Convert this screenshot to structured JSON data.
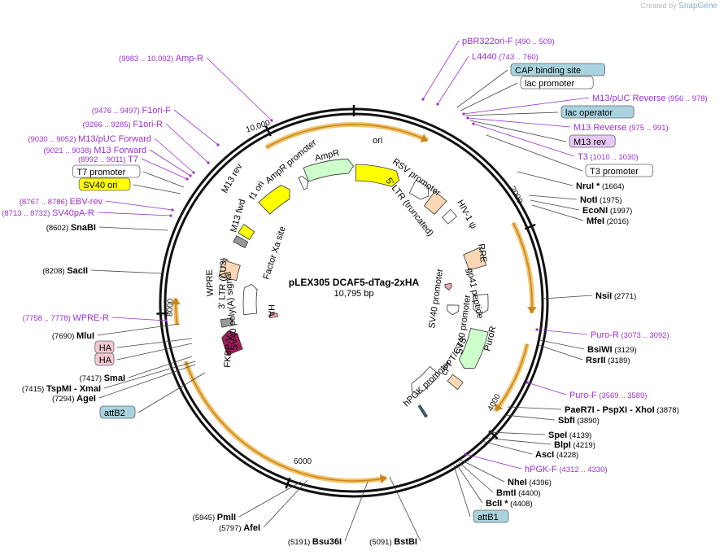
{
  "credit": {
    "prefix": "Created by",
    "brand": "SnapGene"
  },
  "plasmid": {
    "name": "pLEX305 DCAF5-dTag-2xHA",
    "size_label": "10,795 bp",
    "length": 10795
  },
  "ruler": [
    {
      "bp": 0,
      "label": ""
    },
    {
      "bp": 2000,
      "label": "2000"
    },
    {
      "bp": 4000,
      "label": "4000"
    },
    {
      "bp": 6000,
      "label": "6000"
    },
    {
      "bp": 8000,
      "label": "8000"
    },
    {
      "bp": 10000,
      "label": "10,000"
    }
  ],
  "colors": {
    "backbone": "#111111",
    "arc": "#f2c46d",
    "arrow": "#c8861b",
    "primer": "#9b30d0",
    "site": "#222222",
    "box_blue": "#a8d3df",
    "box_pink": "#f2c8d0",
    "box_yellow": "#ffff00",
    "box_lav": "#e6c8f5"
  },
  "arcs": [
    {
      "from": 9910,
      "to": 735,
      "arrow": "end"
    },
    {
      "from": 1900,
      "to": 2800,
      "arrow": "end"
    },
    {
      "from": 3100,
      "to": 3820,
      "arrow": "end"
    },
    {
      "from": 5080,
      "to": 7520,
      "arrow": "start"
    },
    {
      "from": 7880,
      "to": 8140,
      "arrow": "end"
    }
  ],
  "inner_features": [
    {
      "name": "ori",
      "type": "arrow",
      "from": 25,
      "to": 610,
      "r": 160,
      "w": 20,
      "fill": "#ffff00",
      "label": "ori"
    },
    {
      "name": "AmpR",
      "type": "arrow",
      "from": 10180,
      "to": 10790,
      "r": 168,
      "w": 18,
      "fill": "#ccffcc",
      "label": ""
    },
    {
      "name": "AmpR promoter",
      "type": "arrow",
      "from": 10080,
      "to": 10175,
      "r": 160,
      "w": 16,
      "fill": "#ffffff",
      "label": ""
    },
    {
      "name": "f1 ori",
      "type": "arrow",
      "from": 9490,
      "to": 9910,
      "r": 160,
      "w": 20,
      "fill": "#ffff00",
      "label": ""
    },
    {
      "name": "SV40 ori",
      "type": "box",
      "from": 9030,
      "to": 9160,
      "r": 158,
      "w": 16,
      "fill": "#ffff00",
      "label": ""
    },
    {
      "name": "EBV",
      "type": "box",
      "from": 8900,
      "to": 8990,
      "r": 158,
      "w": 16,
      "fill": "#999999",
      "label": ""
    },
    {
      "name": "3 LTR",
      "type": "box",
      "from": 8420,
      "to": 8640,
      "r": 158,
      "w": 22,
      "fill": "#fbd8b5",
      "label": ""
    },
    {
      "name": "WPRE",
      "type": "arrow",
      "from": 7910,
      "to": 8400,
      "r": 128,
      "w": 16,
      "fill": "#ffffff",
      "label": ""
    },
    {
      "name": "SV40 polyA",
      "type": "box",
      "from": 7780,
      "to": 7880,
      "r": 158,
      "w": 14,
      "fill": "#999999",
      "label": ""
    },
    {
      "name": "FKBP-V",
      "type": "arrow",
      "from": 7420,
      "to": 7720,
      "r": 158,
      "w": 20,
      "fill": "#9b1f5b",
      "label": ""
    },
    {
      "name": "HA",
      "type": "arrow",
      "from": 7790,
      "to": 7900,
      "r": 100,
      "w": 10,
      "fill": "#f2a6b0",
      "label": ""
    },
    {
      "name": "RSV promoter",
      "type": "arrow",
      "from": 805,
      "to": 1050,
      "r": 160,
      "w": 18,
      "fill": "#ffffff",
      "label": ""
    },
    {
      "name": "5 LTR",
      "type": "box",
      "from": 1080,
      "to": 1270,
      "r": 158,
      "w": 22,
      "fill": "#fbd8b5",
      "label": ""
    },
    {
      "name": "HIV-1 psi",
      "type": "box",
      "from": 1380,
      "to": 1500,
      "r": 158,
      "w": 14,
      "fill": "#ffffff",
      "label": ""
    },
    {
      "name": "RRE",
      "type": "box",
      "from": 1990,
      "to": 2225,
      "r": 158,
      "w": 22,
      "fill": "#fbd8b5",
      "label": ""
    },
    {
      "name": "gp41 peptide",
      "type": "arrow",
      "from": 2360,
      "to": 2470,
      "r": 118,
      "w": 8,
      "fill": "#f2a6b0",
      "label": ""
    },
    {
      "name": "SV40 promoter",
      "type": "arrow",
      "from": 2590,
      "to": 2860,
      "r": 156,
      "w": 18,
      "fill": "#ffffff",
      "label": ""
    },
    {
      "name": "SV40 promoter inner",
      "type": "arrow",
      "from": 2740,
      "to": 2910,
      "r": 122,
      "w": 14,
      "fill": "#ffffff",
      "label": ""
    },
    {
      "name": "PuroR",
      "type": "arrow",
      "from": 3070,
      "to": 3620,
      "r": 158,
      "w": 22,
      "fill": "#ccffcc",
      "label": ""
    },
    {
      "name": "cPPT/CTS",
      "type": "box",
      "from": 3780,
      "to": 3895,
      "r": 158,
      "w": 16,
      "fill": "#fbd8b5",
      "label": ""
    },
    {
      "name": "hPGK promoter",
      "type": "arrow",
      "from": 3900,
      "to": 4400,
      "r": 130,
      "w": 16,
      "fill": "#ffffff",
      "label": ""
    },
    {
      "name": "attB",
      "type": "box",
      "from": 4408,
      "to": 4440,
      "r": 158,
      "w": 16,
      "fill": "#336677",
      "label": ""
    }
  ],
  "inner_labels": [
    {
      "name": "ori",
      "text": "ori"
    },
    {
      "name": "AmpR",
      "text": "AmpR"
    },
    {
      "name": "AmpR promoter",
      "text": "AmpR promoter"
    },
    {
      "name": "f1 ori",
      "text": "f1 ori"
    },
    {
      "name": "M13 fwd",
      "text": "M13 fwd"
    },
    {
      "name": "M13 rev",
      "text": "M13 rev"
    },
    {
      "name": "3 LTR",
      "text": "3' LTR (ΔU3)"
    },
    {
      "name": "SV40 polyA",
      "text": "SV40 poly(A) signal"
    },
    {
      "name": "WPRE",
      "text": "WPRE"
    },
    {
      "name": "FKBP-V",
      "text": "FKBP-V"
    },
    {
      "name": "Factor Xa site",
      "text": "Factor Xa site"
    },
    {
      "name": "HA",
      "text": "HA"
    },
    {
      "name": "RSV promoter",
      "text": "RSV promoter"
    },
    {
      "name": "5 LTR",
      "text": "5' LTR (truncated)"
    },
    {
      "name": "HIV-1 psi",
      "text": "HIV-1 ψ"
    },
    {
      "name": "RRE",
      "text": "RRE"
    },
    {
      "name": "gp41 peptide",
      "text": "gp41 peptide"
    },
    {
      "name": "SV40 promoter left",
      "text": "SV40 promoter"
    },
    {
      "name": "SV40 promoter right",
      "text": "SV40 promoter"
    },
    {
      "name": "PuroR",
      "text": "PuroR"
    },
    {
      "name": "cPPT/CTS",
      "text": "cPPT/CTS"
    },
    {
      "name": "hPGK promoter",
      "text": "hPGK promoter"
    }
  ],
  "labels": [
    {
      "kind": "primer",
      "text": "pBR322ori-F",
      "coords": "(490 .. 509)"
    },
    {
      "kind": "primer",
      "text": "L4440",
      "coords": "(743 .. 760)"
    },
    {
      "kind": "feature",
      "text": "CAP binding site",
      "box": "blue"
    },
    {
      "kind": "feature",
      "text": "lac promoter",
      "box": "white"
    },
    {
      "kind": "primer",
      "text": "M13/pUC Reverse",
      "coords": "(956 .. 978)"
    },
    {
      "kind": "feature",
      "text": "lac operator",
      "box": "blue"
    },
    {
      "kind": "primer",
      "text": "M13 Reverse",
      "coords": "(975 .. 991)"
    },
    {
      "kind": "feature",
      "text": "M13 rev",
      "box": "lav"
    },
    {
      "kind": "primer",
      "text": "T3",
      "coords": "(1010 .. 1030)"
    },
    {
      "kind": "feature",
      "text": "T3 promoter",
      "box": "white"
    },
    {
      "kind": "site",
      "text": "NruI *",
      "coords": "(1664)"
    },
    {
      "kind": "site",
      "text": "NotI",
      "coords": "(1975)"
    },
    {
      "kind": "site",
      "text": "EcoNI",
      "coords": "(1997)"
    },
    {
      "kind": "site",
      "text": "MfeI",
      "coords": "(2016)"
    },
    {
      "kind": "site",
      "text": "NsiI",
      "coords": "(2771)"
    },
    {
      "kind": "primer",
      "text": "Puro-R",
      "coords": "(3073 .. 3092)"
    },
    {
      "kind": "site",
      "text": "BsiWI",
      "coords": "(3129)"
    },
    {
      "kind": "site",
      "text": "RsrII",
      "coords": "(3189)"
    },
    {
      "kind": "primer",
      "text": "Puro-F",
      "coords": "(3569 .. 3589)"
    },
    {
      "kind": "site",
      "text": "PaeR7I  - PspXI  - XhoI",
      "coords": "(3878)"
    },
    {
      "kind": "site",
      "text": "SbfI",
      "coords": "(3890)"
    },
    {
      "kind": "site",
      "text": "SpeI",
      "coords": "(4139)"
    },
    {
      "kind": "site",
      "text": "BlpI",
      "coords": "(4219)"
    },
    {
      "kind": "site",
      "text": "AscI",
      "coords": "(4228)"
    },
    {
      "kind": "primer",
      "text": "hPGK-F",
      "coords": "(4312 .. 4330)"
    },
    {
      "kind": "site",
      "text": "NheI",
      "coords": "(4396)"
    },
    {
      "kind": "site",
      "text": "BmtI",
      "coords": "(4400)"
    },
    {
      "kind": "site",
      "text": "BclI *",
      "coords": "(4408)"
    },
    {
      "kind": "feature",
      "text": "attB1",
      "box": "blue"
    },
    {
      "kind": "site",
      "text": "BstBI",
      "coords": "(5091)"
    },
    {
      "kind": "site",
      "text": "Bsu36I",
      "coords": "(5191)"
    },
    {
      "kind": "site",
      "text": "AfeI",
      "coords": "(5797)"
    },
    {
      "kind": "site",
      "text": "PmlI",
      "coords": "(5945)"
    },
    {
      "kind": "feature",
      "text": "attB2",
      "box": "blue"
    },
    {
      "kind": "site",
      "text": "AgeI",
      "coords": "(7294)"
    },
    {
      "kind": "site",
      "text": "TspMI  - XmaI",
      "coords": "(7415)"
    },
    {
      "kind": "site",
      "text": "SmaI",
      "coords": "(7417)"
    },
    {
      "kind": "feature",
      "text": "HA",
      "box": "pink"
    },
    {
      "kind": "feature",
      "text": "HA",
      "box": "pink"
    },
    {
      "kind": "site",
      "text": "MluI",
      "coords": "(7690)"
    },
    {
      "kind": "primer",
      "text": "WPRE-R",
      "coords": "(7758 .. 7778)"
    },
    {
      "kind": "site",
      "text": "SacII",
      "coords": "(8208)"
    },
    {
      "kind": "site",
      "text": "SnaBI",
      "coords": "(8602)"
    },
    {
      "kind": "primer",
      "text": "SV40pA-R",
      "coords": "(8713 .. 8732)"
    },
    {
      "kind": "primer",
      "text": "EBV-rev",
      "coords": "(8767 .. 8786)"
    },
    {
      "kind": "feature",
      "text": "SV40 ori",
      "box": "yellow"
    },
    {
      "kind": "feature",
      "text": "T7 promoter",
      "box": "white"
    },
    {
      "kind": "primer",
      "text": "T7",
      "coords": "(8992 .. 9011)"
    },
    {
      "kind": "primer",
      "text": "M13 Forward",
      "coords": "(9021 .. 9038)"
    },
    {
      "kind": "primer",
      "text": "M13/pUC Forward",
      "coords": "(9030 .. 9052)"
    },
    {
      "kind": "primer",
      "text": "F1ori-R",
      "coords": "(9266 .. 9285)"
    },
    {
      "kind": "primer",
      "text": "F1ori-F",
      "coords": "(9476 .. 9497)"
    },
    {
      "kind": "primer",
      "text": "Amp-R",
      "coords": "(9983 .. 10,002)"
    }
  ]
}
